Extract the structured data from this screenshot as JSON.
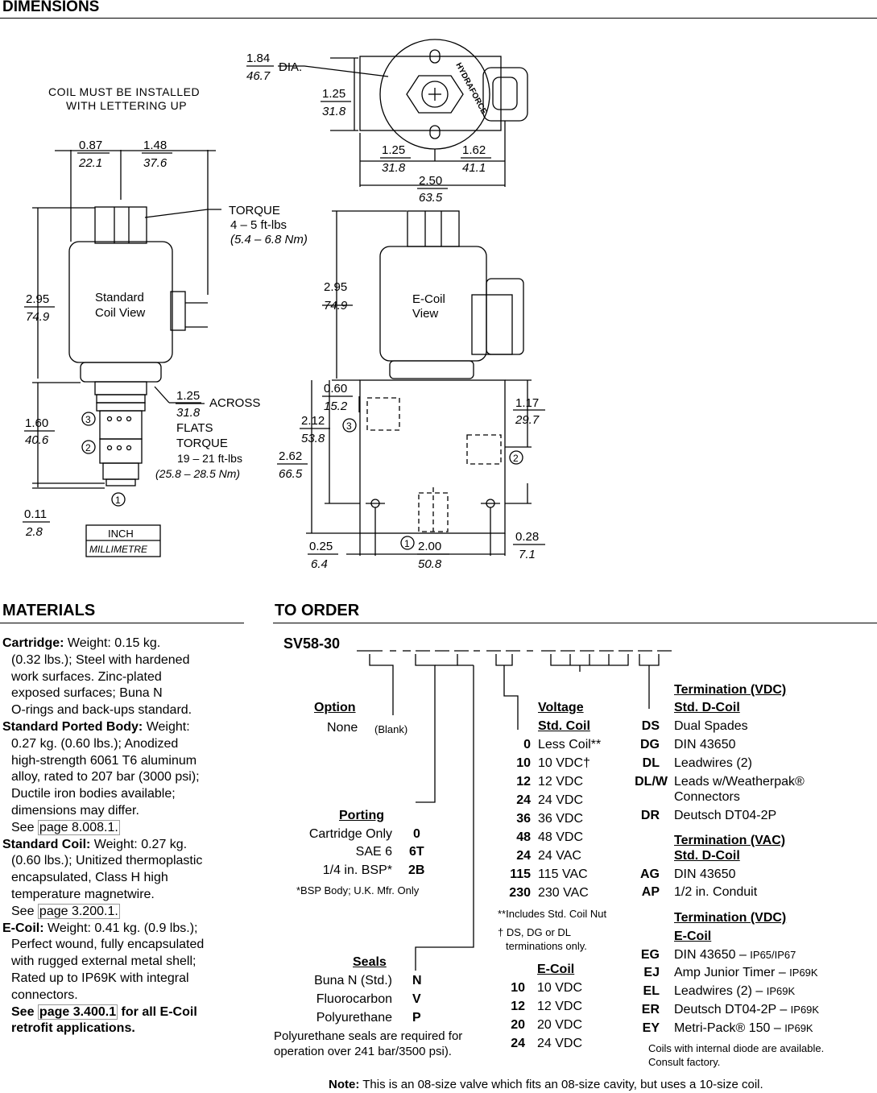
{
  "headers": {
    "dimensions": "DIMENSIONS",
    "materials": "MATERIALS",
    "to_order": "TO ORDER"
  },
  "drawing": {
    "note_install_1": "COIL MUST BE INSTALLED",
    "note_install_2": "WITH LETTERING UP",
    "dia_in": "1.84",
    "dia_mm": "46.7",
    "dia_label": "DIA.",
    "top_h_in": "1.25",
    "top_h_mm": "31.8",
    "top_w1_in": "1.25",
    "top_w1_mm": "31.8",
    "top_w2_in": "1.62",
    "top_w2_mm": "41.1",
    "top_total_in": "2.50",
    "top_total_mm": "63.5",
    "brand": "HYDRAFORCE",
    "w087_in": "0.87",
    "w087_mm": "22.1",
    "w148_in": "1.48",
    "w148_mm": "37.6",
    "torque_label": "TORQUE",
    "torque_ft": "4 – 5 ft-lbs",
    "torque_nm": "(5.4 – 6.8 Nm)",
    "std_h_in": "2.95",
    "std_h_mm": "74.9",
    "std_coil_1": "Standard",
    "std_coil_2": "Coil View",
    "across_in": "1.25",
    "across_mm": "31.8",
    "across_label": "ACROSS",
    "flats_label": "FLATS",
    "torque2_label": "TORQUE",
    "torque2_ft": "19 – 21 ft-lbs",
    "torque2_nm": "(25.8 – 28.5 Nm)",
    "cart_h_in": "1.60",
    "cart_h_mm": "40.6",
    "tip_in": "0.11",
    "tip_mm": "2.8",
    "unit_inch": "INCH",
    "unit_mm": "MILLIMETRE",
    "port1": "1",
    "port2": "2",
    "port3": "3",
    "e_h_in": "2.95",
    "e_h_mm": "74.9",
    "ecoil_1": "E-Coil",
    "ecoil_2": "View",
    "d060_in": "0.60",
    "d060_mm": "15.2",
    "d212_in": "2.12",
    "d212_mm": "53.8",
    "d262_in": "2.62",
    "d262_mm": "66.5",
    "d117_in": "1.17",
    "d117_mm": "29.7",
    "d025_in": "0.25",
    "d025_mm": "6.4",
    "d200_in": "2.00",
    "d200_mm": "50.8",
    "d028_in": "0.28",
    "d028_mm": "7.1"
  },
  "materials": {
    "cartridge_label": "Cartridge:",
    "cartridge_lines": [
      "Weight: 0.15 kg.",
      "(0.32 lbs.); Steel with hardened",
      "work surfaces. Zinc-plated",
      "exposed surfaces; Buna N",
      "O-rings and back-ups standard."
    ],
    "body_label": "Standard Ported Body:",
    "body_lines": [
      "Weight:",
      "0.27 kg. (0.60 lbs.); Anodized",
      "high-strength 6061 T6 aluminum",
      "alloy, rated to 207 bar (3000 psi);",
      "Ductile iron bodies available;",
      "dimensions may differ."
    ],
    "body_see": "See",
    "body_page": "page 8.008.1.",
    "coil_label": "Standard Coil:",
    "coil_lines": [
      "Weight: 0.27 kg.",
      "(0.60 lbs.); Unitized thermoplastic",
      "encapsulated, Class H high",
      "temperature magnetwire."
    ],
    "coil_see": "See",
    "coil_page": "page 3.200.1.",
    "ecoil_label": "E-Coil:",
    "ecoil_lines": [
      "Weight: 0.41 kg. (0.9 lbs.);",
      "Perfect wound, fully encapsulated",
      "with rugged external metal shell;",
      "Rated up to IP69K with integral",
      "connectors."
    ],
    "ecoil_see": "See",
    "ecoil_page": "page 3.400.1",
    "ecoil_tail": "for all E-Coil",
    "ecoil_tail2": "retrofit applications."
  },
  "order": {
    "model": "SV58-30",
    "option_title": "Option",
    "option_none": "None",
    "option_blank": "(Blank)",
    "porting_title": "Porting",
    "porting": [
      {
        "label": "Cartridge Only",
        "code": "0"
      },
      {
        "label": "SAE 6",
        "code": "6T"
      },
      {
        "label": "1/4 in. BSP*",
        "code": "2B"
      }
    ],
    "bsp_note": "*BSP Body; U.K. Mfr. Only",
    "seals_title": "Seals",
    "seals": [
      {
        "label": "Buna N (Std.)",
        "code": "N"
      },
      {
        "label": "Fluorocarbon",
        "code": "V"
      },
      {
        "label": "Polyurethane",
        "code": "P"
      }
    ],
    "seals_note_1": "Polyurethane seals are required for",
    "seals_note_2": "operation over 241 bar/3500 psi).",
    "voltage_title": "Voltage",
    "std_coil_title": "Std. Coil",
    "voltages": [
      {
        "code": "0",
        "label": "Less Coil**"
      },
      {
        "code": "10",
        "label": "10 VDC†"
      },
      {
        "code": "12",
        "label": "12 VDC"
      },
      {
        "code": "24",
        "label": "24 VDC"
      },
      {
        "code": "36",
        "label": "36 VDC"
      },
      {
        "code": "48",
        "label": "48 VDC"
      },
      {
        "code": "24",
        "label": "24 VAC"
      },
      {
        "code": "115",
        "label": "115 VAC"
      },
      {
        "code": "230",
        "label": "230 VAC"
      }
    ],
    "coil_nut_note": "**Includes Std. Coil Nut",
    "dagger_note_1": "† DS, DG or DL",
    "dagger_note_2": "terminations only.",
    "ecoil_title": "E-Coil",
    "ecoil_voltages": [
      {
        "code": "10",
        "label": "10 VDC"
      },
      {
        "code": "12",
        "label": "12 VDC"
      },
      {
        "code": "20",
        "label": "20 VDC"
      },
      {
        "code": "24",
        "label": "24 VDC"
      }
    ],
    "term_vdc_title": "Termination (VDC)",
    "term_vdc_sub": "Std. D-Coil",
    "term_vdc": [
      {
        "code": "DS",
        "label": "Dual Spades"
      },
      {
        "code": "DG",
        "label": "DIN 43650"
      },
      {
        "code": "DL",
        "label": "Leadwires (2)"
      },
      {
        "code": "DL/W",
        "label": "Leads w/Weatherpak®"
      },
      {
        "code": "",
        "label": "Connectors"
      },
      {
        "code": "DR",
        "label": "Deutsch DT04-2P"
      }
    ],
    "term_vac_title": "Termination (VAC)",
    "term_vac_sub": "Std. D-Coil",
    "term_vac": [
      {
        "code": "AG",
        "label": "DIN 43650"
      },
      {
        "code": "AP",
        "label": "1/2 in. Conduit"
      }
    ],
    "term_ecoil_title": "Termination (VDC)",
    "term_ecoil_sub": "E-Coil",
    "term_ecoil": [
      {
        "code": "EG",
        "label": "DIN 43650 –",
        "ip": "IP65/IP67"
      },
      {
        "code": "EJ",
        "label": "Amp Junior Timer –",
        "ip": "IP69K"
      },
      {
        "code": "EL",
        "label": "Leadwires (2) –",
        "ip": "IP69K"
      },
      {
        "code": "ER",
        "label": "Deutsch DT04-2P –",
        "ip": "IP69K"
      },
      {
        "code": "EY",
        "label": "Metri-Pack® 150 –",
        "ip": "IP69K"
      }
    ],
    "diode_note_1": "Coils with internal diode are available.",
    "diode_note_2": "Consult factory.",
    "note_label": "Note:",
    "note_text": "This is an 08-size valve which fits an 08-size cavity, but uses a 10-size coil."
  }
}
